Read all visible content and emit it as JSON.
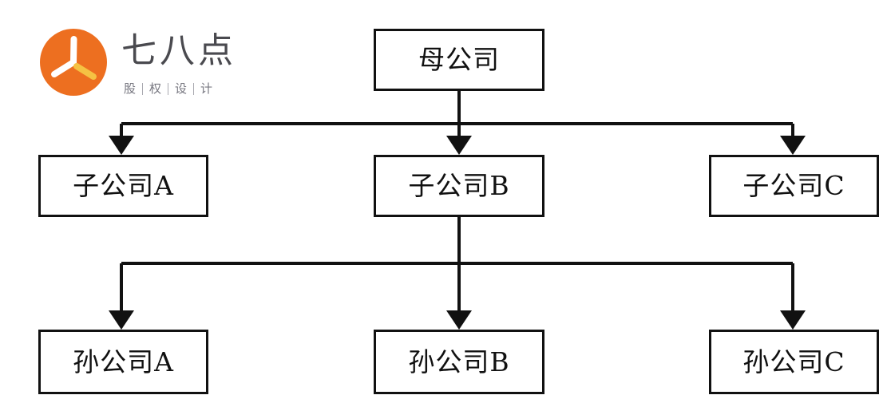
{
  "brand": {
    "logo_icon": "clock-icon",
    "wordmark": "七八点",
    "tagline_chars": [
      "股",
      "权",
      "设",
      "计"
    ],
    "tagline_separator": "|",
    "colors": {
      "logo_circle": "#ED6F20",
      "logo_hand_primary": "#FFFFFF",
      "logo_hand_accent": "#F5C243",
      "wordmark_text": "#4A4A4F",
      "tagline_text": "#777780"
    }
  },
  "diagram": {
    "type": "org-chart",
    "title": "",
    "node_border_color": "#111111",
    "node_fill_color": "#FFFFFF",
    "connector_color": "#111111",
    "levels": [
      {
        "level": 1,
        "name": "parent-level",
        "nodes": [
          {
            "id": "parent",
            "label": "母公司"
          }
        ]
      },
      {
        "level": 2,
        "name": "subsidiary-level",
        "nodes": [
          {
            "id": "sub-a",
            "label": "子公司A"
          },
          {
            "id": "sub-b",
            "label": "子公司B"
          },
          {
            "id": "sub-c",
            "label": "子公司C"
          }
        ]
      },
      {
        "level": 3,
        "name": "sub-subsidiary-level",
        "nodes": [
          {
            "id": "grand-a",
            "label": "孙公司A"
          },
          {
            "id": "grand-b",
            "label": "孙公司B"
          },
          {
            "id": "grand-c",
            "label": "孙公司C"
          }
        ]
      }
    ],
    "edges": [
      {
        "from": "parent",
        "to": "sub-a"
      },
      {
        "from": "parent",
        "to": "sub-b"
      },
      {
        "from": "parent",
        "to": "sub-c"
      },
      {
        "from": "sub-b",
        "to": "grand-a"
      },
      {
        "from": "sub-b",
        "to": "grand-b"
      },
      {
        "from": "sub-b",
        "to": "grand-c"
      }
    ]
  }
}
